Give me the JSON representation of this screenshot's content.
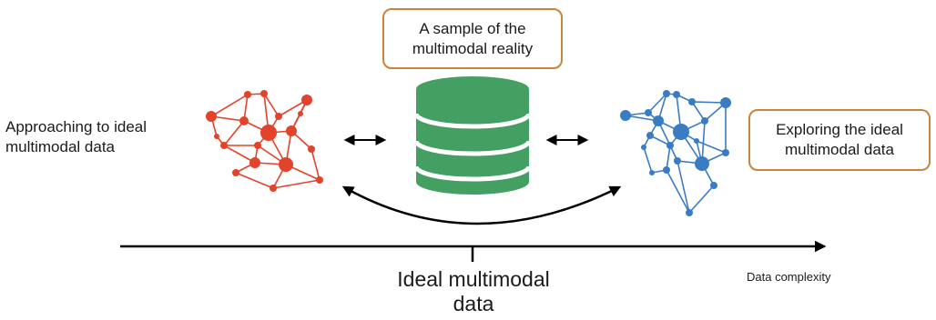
{
  "labels": {
    "left": "Approaching to ideal\nmultimodal data",
    "top_box": "A sample of the\nmultimodal reality",
    "right_box": "Exploring the ideal\nmultimodal data",
    "axis_center": "Ideal multimodal\ndata",
    "axis_end": "Data complexity"
  },
  "colors": {
    "red_network": "#e2432b",
    "blue_network": "#3a7cc4",
    "database": "#43a062",
    "box_border": "#c9853c",
    "arrows": "#000000"
  },
  "icons": {
    "left_graph": "red-network-graph-icon",
    "center": "database-cylinder-icon",
    "right_graph": "blue-network-graph-icon"
  }
}
